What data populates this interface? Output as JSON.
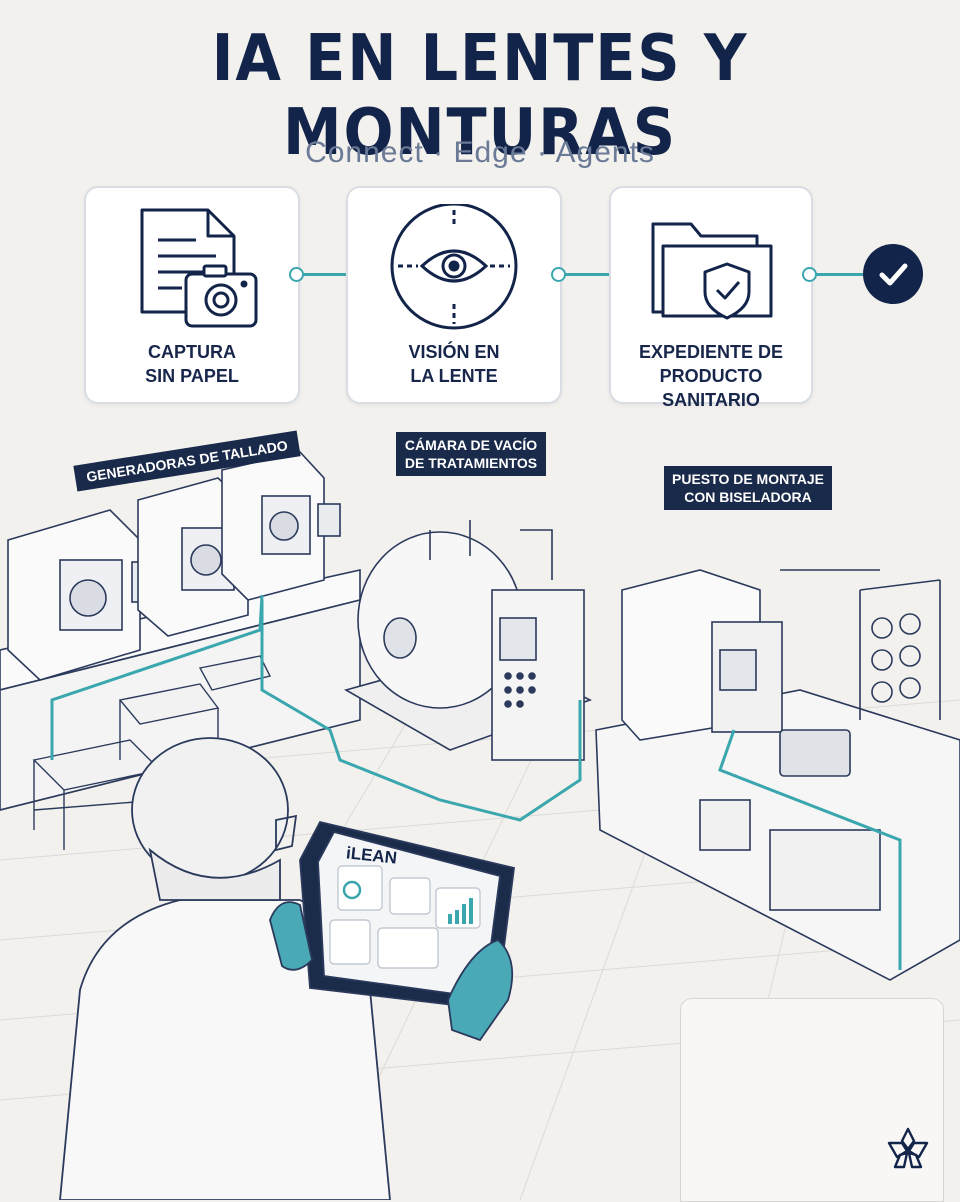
{
  "header": {
    "title": "IA EN LENTES Y MONTURAS",
    "subtitle": "Connect · Edge · Agents"
  },
  "steps": [
    {
      "label_line1": "CAPTURA",
      "label_line2": "SIN PAPEL",
      "icon": "document-camera-icon"
    },
    {
      "label_line1": "VISIÓN EN",
      "label_line2": "LA LENTE",
      "icon": "lens-eye-icon"
    },
    {
      "label_line1": "EXPEDIENTE DE",
      "label_line2": "PRODUCTO SANITARIO",
      "icon": "folder-shield-icon"
    }
  ],
  "completion_icon": "check-icon",
  "stations": [
    {
      "label_line1": "GENERADORAS DE TALLADO",
      "label_line2": ""
    },
    {
      "label_line1": "CÁMARA DE VACÍO",
      "label_line2": "DE TRATAMIENTOS"
    },
    {
      "label_line1": "PUESTO DE MONTAJE",
      "label_line2": "CON BISELADORA"
    }
  ],
  "tablet": {
    "app_name": "iLEAN"
  },
  "colors": {
    "navy": "#13244a",
    "teal": "#3aa6ae",
    "background": "#f3f1ee"
  }
}
